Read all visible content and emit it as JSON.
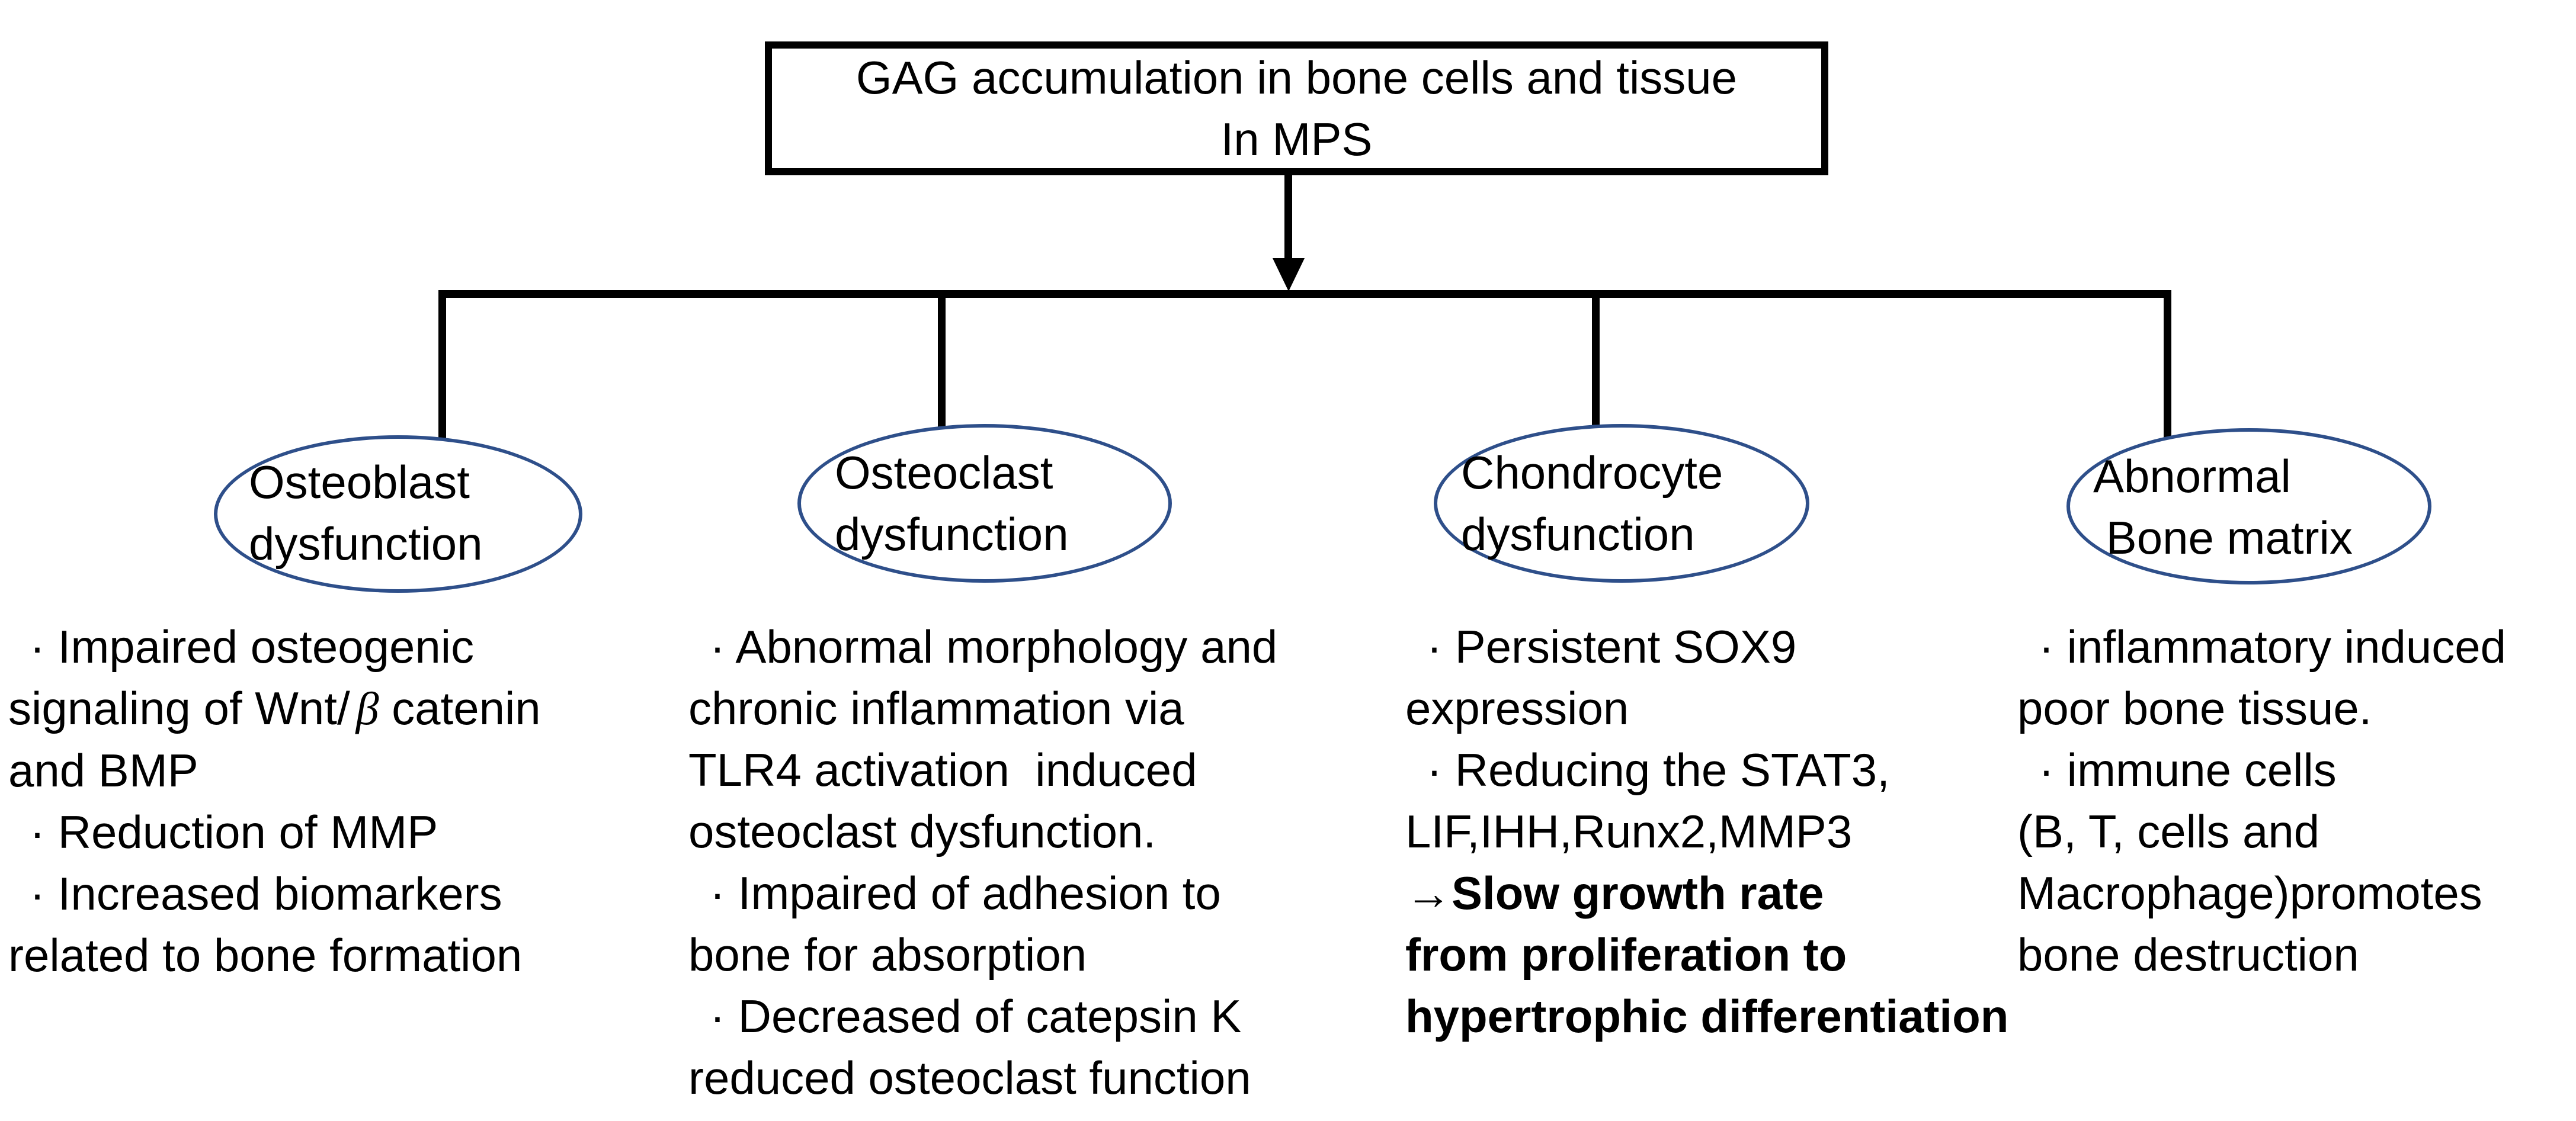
{
  "root": {
    "title_line1": "GAG accumulation in bone cells and tissue",
    "title_line2": "In MPS"
  },
  "branches": [
    {
      "label_line1": "Osteoblast",
      "label_line2": "dysfunction",
      "notes": [
        {
          "text": "· Impaired osteogenic"
        },
        {
          "pre": "signaling of Wnt/",
          "beta": "β",
          "post": " catenin"
        },
        {
          "text": "and BMP"
        },
        {
          "text": "· Reduction of MMP"
        },
        {
          "text": "· Increased biomarkers"
        },
        {
          "text": "related to bone formation"
        }
      ]
    },
    {
      "label_line1": "Osteoclast",
      "label_line2": "dysfunction",
      "notes": [
        {
          "text": "· Abnormal morphology and"
        },
        {
          "text": "chronic inflammation via"
        },
        {
          "text": "TLR4 activation  induced"
        },
        {
          "text": "osteoclast dysfunction."
        },
        {
          "text": "· Impaired of adhesion to"
        },
        {
          "text": "bone for absorption"
        },
        {
          "text": "· Decreased of catepsin K"
        },
        {
          "text": "reduced osteoclast function"
        }
      ]
    },
    {
      "label_line1": "Chondrocyte",
      "label_line2": "dysfunction",
      "notes": [
        {
          "text": "· Persistent SOX9"
        },
        {
          "text": "expression"
        },
        {
          "text": "· Reducing the STAT3,"
        },
        {
          "text": "LIF,IHH,Runx2,MMP3"
        },
        {
          "arrow": "→",
          "text": "Slow growth rate"
        },
        {
          "text": "from proliferation to"
        },
        {
          "text": "hypertrophic differentiation"
        }
      ]
    },
    {
      "label_line1": "Abnormal",
      "label_line2": " Bone matrix",
      "notes": [
        {
          "text": "· inflammatory induced"
        },
        {
          "text": "poor bone tissue."
        },
        {
          "text": "· immune cells"
        },
        {
          "text": "(B, T, cells and"
        },
        {
          "text": "Macrophage)promotes"
        },
        {
          "text": "bone destruction"
        }
      ]
    }
  ],
  "colors": {
    "line": "#000000",
    "ellipse_stroke": "#2e4f8a",
    "text": "#000000",
    "background": "#ffffff"
  }
}
